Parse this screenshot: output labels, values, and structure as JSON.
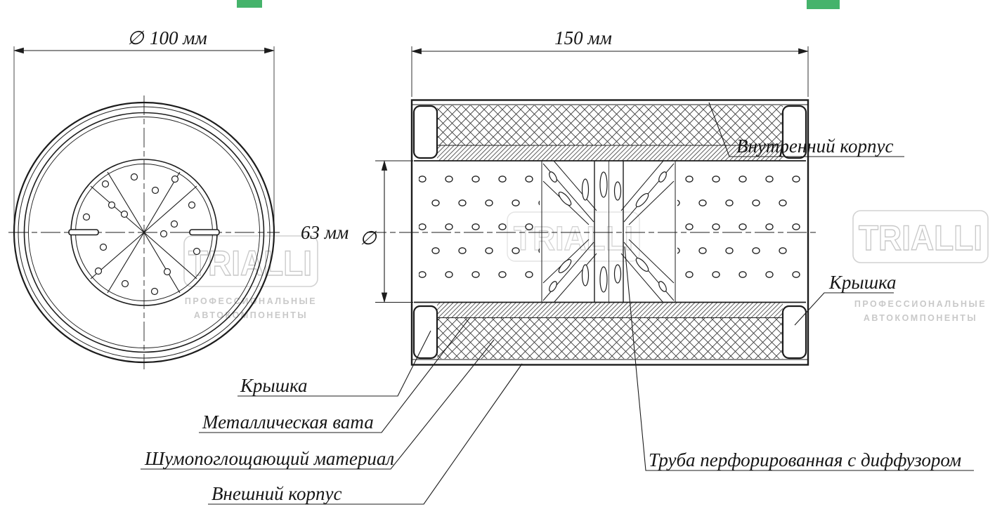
{
  "dimensions": {
    "front_diameter_symbol": "∅",
    "front_diameter": "100 мм",
    "length": "150 мм",
    "inner_diameter": "63 мм",
    "inner_diameter_symbol": "∅"
  },
  "labels": {
    "inner_casing": "Внутренний корпус",
    "cover_right": "Крышка",
    "cover_left": "Крышка",
    "metal_wool": "Металлическая вата",
    "sound_absorbing": "Шумопоглощающий материал",
    "outer_casing": "Внешний корпус",
    "perforated_pipe": "Труба перфорированная с диффузором"
  },
  "watermark": {
    "brand": "TRIALLI",
    "tagline_line1": "ПРОФЕССИОНАЛЬНЫЕ",
    "tagline_line2": "АВТОКОМПОНЕНТЫ"
  },
  "colors": {
    "line": "#1c1c1c",
    "watermark": "#c8c8c8",
    "artifact_green": "#45b36b"
  }
}
